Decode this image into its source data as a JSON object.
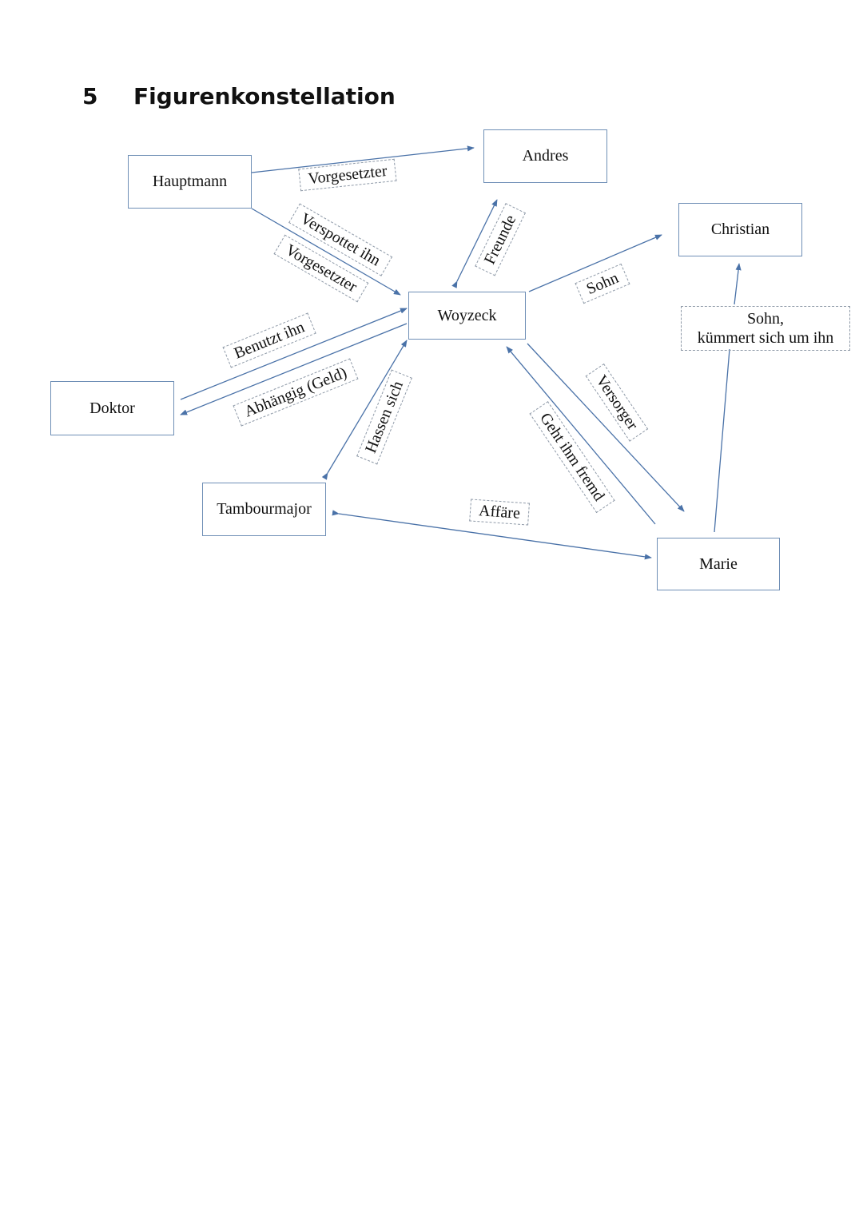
{
  "heading": {
    "number": "5",
    "title": "Figurenkonstellation"
  },
  "colors": {
    "line": "#4a72a8",
    "box_border": "#6f8fb6",
    "label_border": "#8f9aa8"
  },
  "nodes": {
    "hauptmann": "Hauptmann",
    "andres": "Andres",
    "christian": "Christian",
    "woyzeck": "Woyzeck",
    "doktor": "Doktor",
    "tambourmajor": "Tambourmajor",
    "marie": "Marie"
  },
  "relations": {
    "hauptmann_andres": "Vorgesetzter",
    "hauptmann_woyzeck_1": "Verspottet ihn",
    "hauptmann_woyzeck_2": "Vorgesetzter",
    "woyzeck_andres": "Freunde",
    "woyzeck_christian": "Sohn",
    "doktor_woyzeck": "Benutzt ihn",
    "woyzeck_doktor": "Abhängig (Geld)",
    "woyzeck_tambourmajor": "Hassen sich",
    "woyzeck_marie": "Versorger",
    "marie_woyzeck": "Geht ihm fremd",
    "tambourmajor_marie": "Affäre",
    "marie_christian_line1": "Sohn,",
    "marie_christian_line2": "kümmert sich um ihn"
  }
}
